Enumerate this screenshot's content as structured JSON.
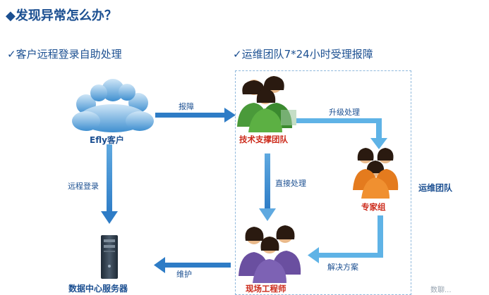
{
  "title": "◆发现异常怎么办？",
  "left_heading": "✓客户远程登录自助处理",
  "right_heading": "✓运维团队7*24小时受理报障",
  "nodes": {
    "client": "Efly客户",
    "datacenter": "数据中心服务器",
    "support_team": "技术支撑团队",
    "expert_group": "专家组",
    "field_engineer": "现场工程师",
    "ops_team": "运维团队"
  },
  "edges": {
    "report": "报障",
    "remote_login": "远程登录",
    "escalate": "升级处理",
    "direct_handle": "直接处理",
    "solution": "解决方案",
    "maintain": "维护"
  },
  "watermark": "数聊..."
}
